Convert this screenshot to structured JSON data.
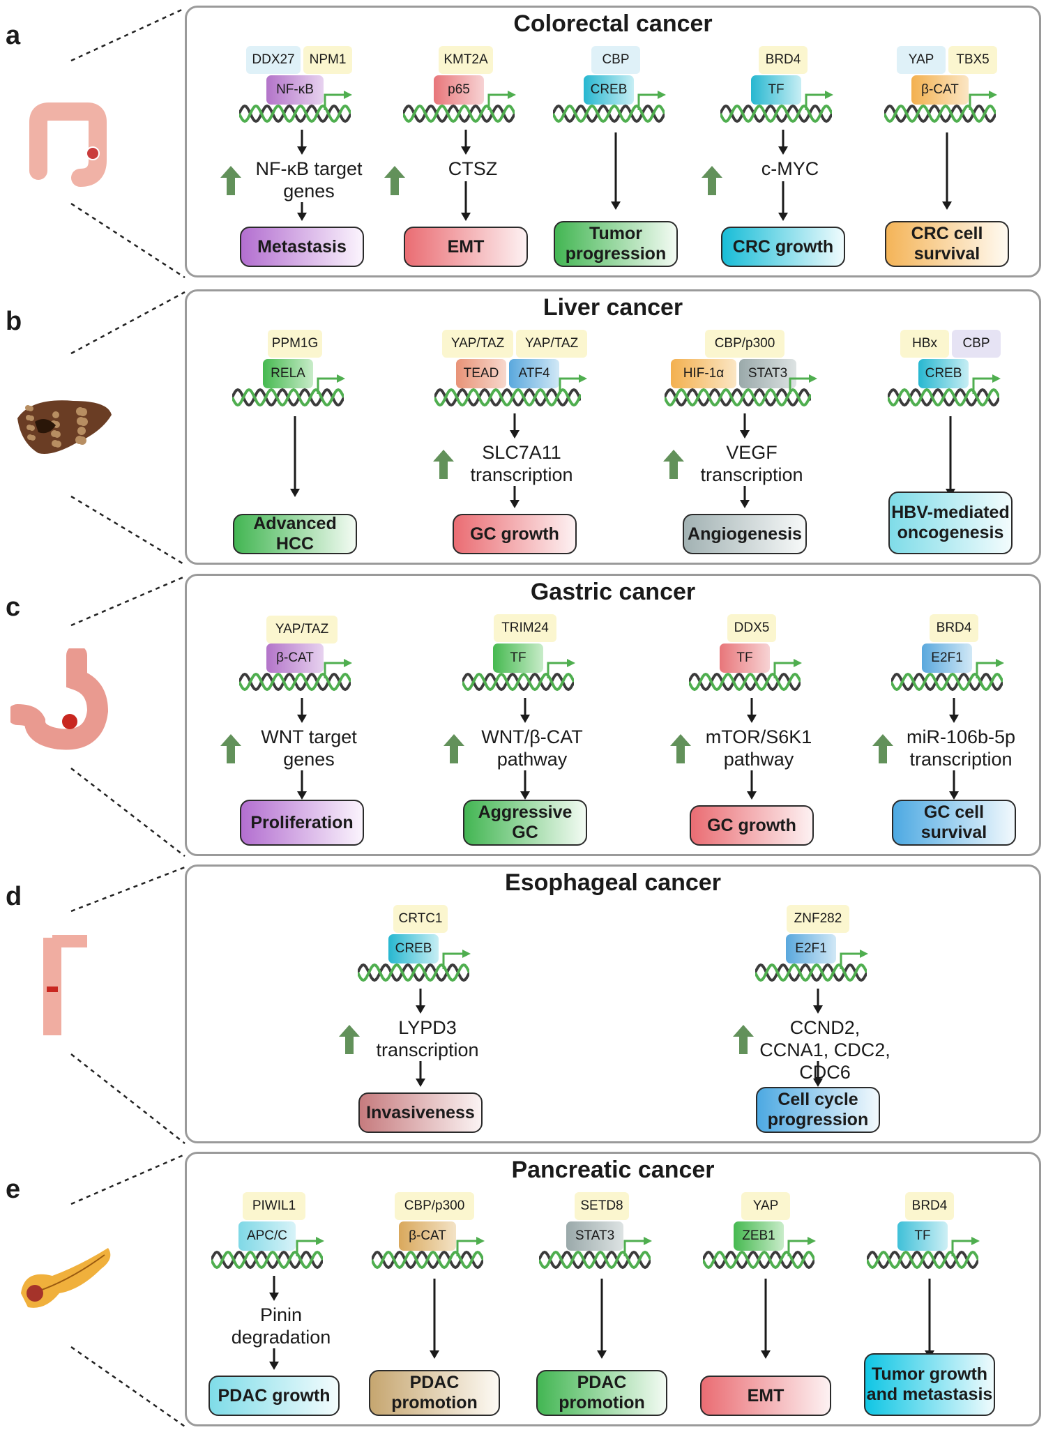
{
  "panels": [
    {
      "letter": "a",
      "title": "Colorectal cancer",
      "organ": "colon-icon",
      "cols": [
        {
          "cofactors": [
            "DDX27",
            "NPM1"
          ],
          "tf": [
            "NF-κB"
          ],
          "mid": "NF-κB target genes",
          "up": true,
          "outcome": "Metastasis",
          "color": "purple"
        },
        {
          "cofactors": [
            "KMT2A"
          ],
          "tf": [
            "p65"
          ],
          "mid": "CTSZ",
          "up": true,
          "outcome": "EMT",
          "color": "red"
        },
        {
          "cofactors": [
            "CBP"
          ],
          "tf": [
            "CREB"
          ],
          "mid": "",
          "up": false,
          "outcome": "Tumor progression",
          "color": "green"
        },
        {
          "cofactors": [
            "BRD4"
          ],
          "tf": [
            "TF"
          ],
          "mid": "c-MYC",
          "up": true,
          "outcome": "CRC growth",
          "color": "cyan"
        },
        {
          "cofactors": [
            "YAP",
            "TBX5"
          ],
          "tf": [
            "β-CAT"
          ],
          "mid": "",
          "up": false,
          "outcome": "CRC cell survival",
          "color": "orange"
        }
      ]
    },
    {
      "letter": "b",
      "title": "Liver cancer",
      "organ": "liver-icon",
      "cols": [
        {
          "cofactors": [
            "PPM1G"
          ],
          "tf": [
            "RELA"
          ],
          "mid": "",
          "up": false,
          "outcome": "Advanced HCC",
          "color": "green"
        },
        {
          "cofactors": [
            "YAP/TAZ",
            "YAP/TAZ"
          ],
          "tf": [
            "TEAD",
            "ATF4"
          ],
          "mid": "SLC7A11 transcription",
          "up": true,
          "outcome": "GC growth",
          "color": "red"
        },
        {
          "cofactors": [
            "CBP/p300"
          ],
          "tf": [
            "HIF-1α",
            "STAT3"
          ],
          "mid": "VEGF transcription",
          "up": true,
          "outcome": "Angiogenesis",
          "color": "grey"
        },
        {
          "cofactors": [
            "HBx",
            "CBP"
          ],
          "tf": [
            "CREB"
          ],
          "mid": "",
          "up": false,
          "outcome": "HBV-mediated oncogenesis",
          "color": "pcyan"
        }
      ]
    },
    {
      "letter": "c",
      "title": "Gastric cancer",
      "organ": "stomach-icon",
      "cols": [
        {
          "cofactors": [
            "YAP/TAZ"
          ],
          "tf": [
            "β-CAT"
          ],
          "mid": "WNT target genes",
          "up": true,
          "outcome": "Proliferation",
          "color": "purple"
        },
        {
          "cofactors": [
            "TRIM24"
          ],
          "tf": [
            "TF"
          ],
          "mid": "WNT/β-CAT pathway",
          "up": true,
          "outcome": "Aggressive GC",
          "color": "green"
        },
        {
          "cofactors": [
            "DDX5"
          ],
          "tf": [
            "TF"
          ],
          "mid": "mTOR/S6K1 pathway",
          "up": true,
          "outcome": "GC growth",
          "color": "red"
        },
        {
          "cofactors": [
            "BRD4"
          ],
          "tf": [
            "E2F1"
          ],
          "mid": "miR-106b-5p transcription",
          "up": true,
          "outcome": "GC cell survival",
          "color": "sky"
        }
      ]
    },
    {
      "letter": "d",
      "title": "Esophageal cancer",
      "organ": "esophagus-icon",
      "cols": [
        {
          "cofactors": [
            "CRTC1"
          ],
          "tf": [
            "CREB"
          ],
          "mid": "LYPD3 transcription",
          "up": true,
          "outcome": "Invasiveness",
          "color": "rose"
        },
        {
          "cofactors": [
            "ZNF282"
          ],
          "tf": [
            "E2F1"
          ],
          "mid": "CCND2, CCNA1, CDC2, CDC6",
          "up": true,
          "outcome": "Cell cycle progression",
          "color": "sky"
        }
      ]
    },
    {
      "letter": "e",
      "title": "Pancreatic cancer",
      "organ": "pancreas-icon",
      "cols": [
        {
          "cofactors": [
            "PIWIL1"
          ],
          "tf": [
            "APC/C"
          ],
          "mid": "Pinin degradation",
          "up": false,
          "outcome": "PDAC growth",
          "color": "pcyan"
        },
        {
          "cofactors": [
            "CBP/p300"
          ],
          "tf": [
            "β-CAT"
          ],
          "mid": "",
          "up": false,
          "outcome": "PDAC promotion",
          "color": "tan"
        },
        {
          "cofactors": [
            "SETD8"
          ],
          "tf": [
            "STAT3"
          ],
          "mid": "",
          "up": false,
          "outcome": "PDAC promotion",
          "color": "green"
        },
        {
          "cofactors": [
            "YAP"
          ],
          "tf": [
            "ZEB1"
          ],
          "mid": "",
          "up": false,
          "outcome": "EMT",
          "color": "red"
        },
        {
          "cofactors": [
            "BRD4"
          ],
          "tf": [
            "TF"
          ],
          "mid": "",
          "up": false,
          "outcome": "Tumor growth and metastasis",
          "color": "ecyan"
        }
      ]
    }
  ]
}
